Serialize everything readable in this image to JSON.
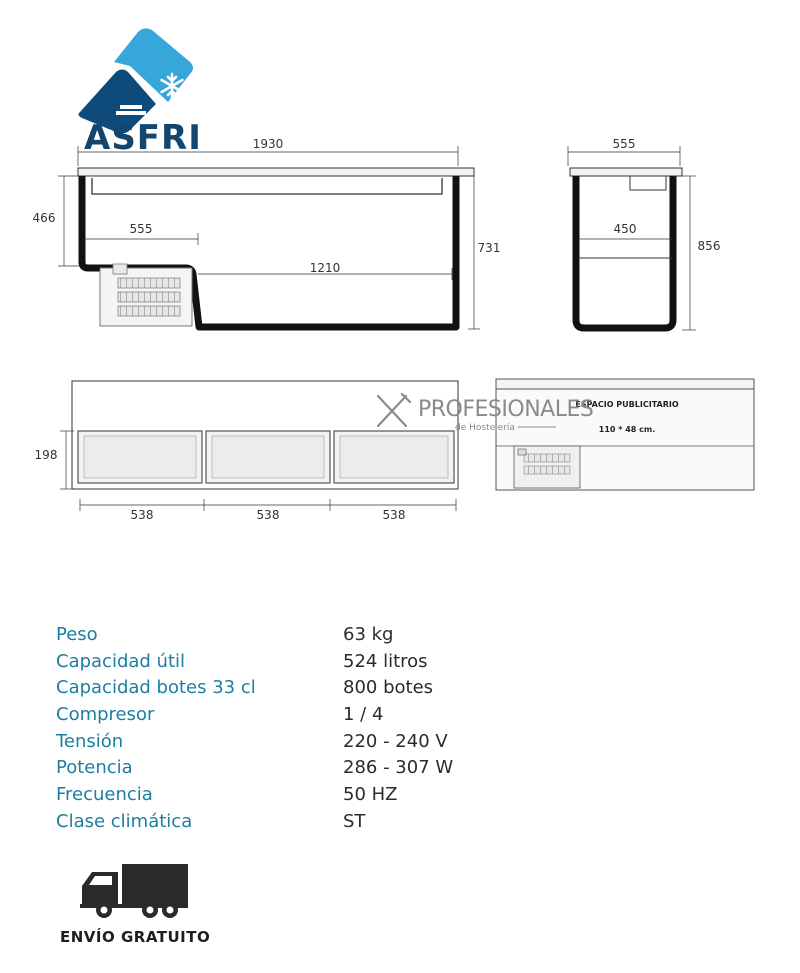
{
  "brand": {
    "name": "ASFRI",
    "colors": {
      "dark_blue": "#0e4a7a",
      "light_blue": "#37a6d9",
      "text": "#13466f"
    }
  },
  "watermark": {
    "main": "PROFESIONALES",
    "sub": "de Hostelería"
  },
  "drawing": {
    "side_view": {
      "total_length": "1930",
      "left_height": "466",
      "step_length": "555",
      "inner_length": "1210",
      "total_height": "731"
    },
    "end_view": {
      "width": "555",
      "inner_width": "450",
      "height": "856"
    },
    "top_view": {
      "depth": "198",
      "lid_widths": [
        "538",
        "538",
        "538"
      ]
    },
    "rear_view": {
      "panel_title": "ESPACIO PUBLICITARIO",
      "panel_size": "110 * 48 cm."
    }
  },
  "specs": [
    {
      "label": "Peso",
      "value": "63 kg"
    },
    {
      "label": "Capacidad útil",
      "value": "524 litros"
    },
    {
      "label": "Capacidad botes 33 cl",
      "value": "800 botes"
    },
    {
      "label": "Compresor",
      "value": "1 / 4"
    },
    {
      "label": "Tensión",
      "value": "220 - 240 V"
    },
    {
      "label": "Potencia",
      "value": "286 - 307 W"
    },
    {
      "label": "Frecuencia",
      "value": "50 HZ"
    },
    {
      "label": "Clase climática",
      "value": "ST"
    }
  ],
  "shipping": {
    "label": "ENVÍO GRATUITO",
    "icon": "truck-icon"
  }
}
